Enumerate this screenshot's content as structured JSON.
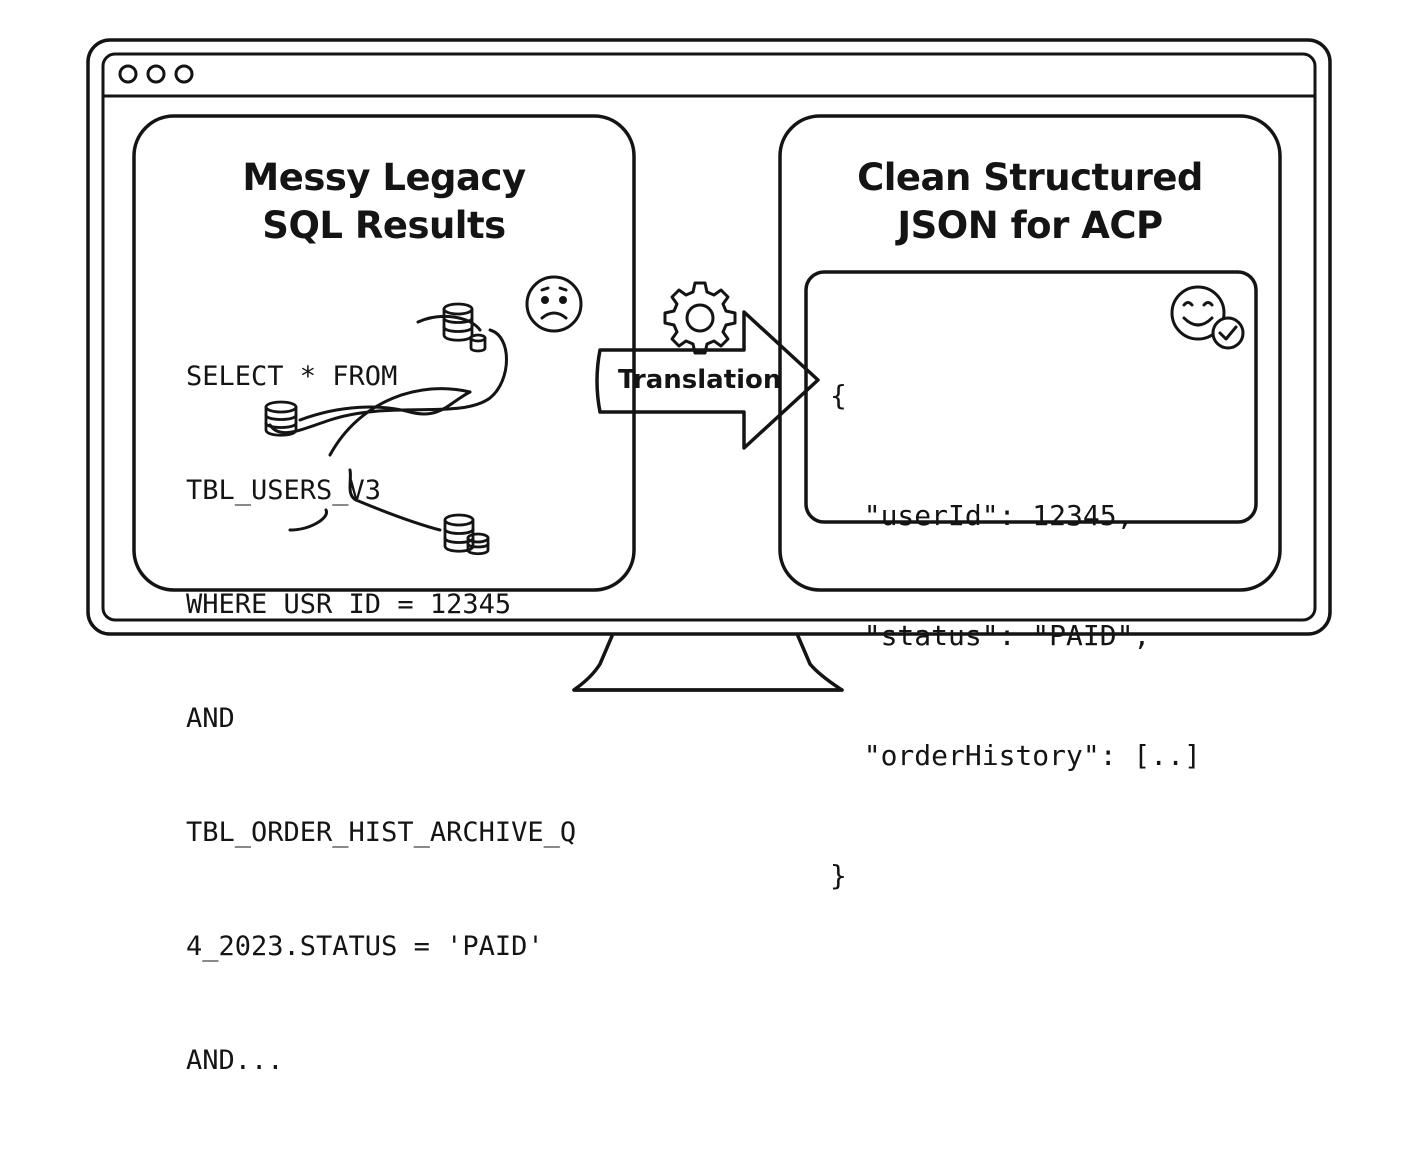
{
  "window": {
    "controls": [
      "dot-1",
      "dot-2",
      "dot-3"
    ]
  },
  "left_panel": {
    "title_line1": "Messy Legacy",
    "title_line2": "SQL Results",
    "code_lines": [
      "SELECT * FROM",
      "TBL_USERS_V3",
      "WHERE USR_ID = 12345",
      "AND",
      "TBL_ORDER_HIST_ARCHIVE_Q",
      "4_2023.STATUS = 'PAID'",
      "AND..."
    ],
    "mood_icon": "sad-face-icon",
    "decor_icons": [
      "database-icon",
      "database-icon",
      "database-icon"
    ]
  },
  "arrow": {
    "label": "Translation",
    "icon": "gear-icon"
  },
  "right_panel": {
    "title_line1": "Clean Structured",
    "title_line2": "JSON for ACP",
    "json_lines": [
      "{",
      "  \"userId\": 12345,",
      "  \"status\": \"PAID\",",
      "  \"orderHistory\": [..]",
      "}"
    ],
    "mood_icon": "happy-face-check-icon"
  },
  "colors": {
    "ink": "#141414",
    "background": "#ffffff"
  }
}
